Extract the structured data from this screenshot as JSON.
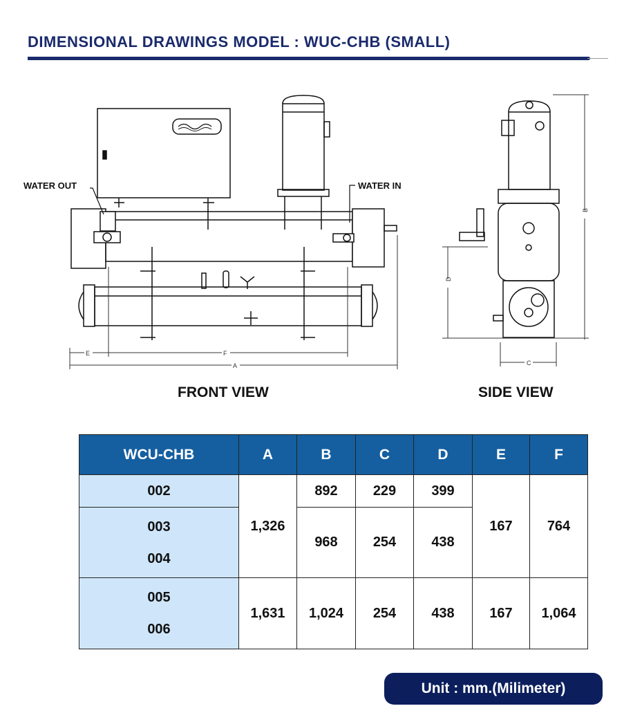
{
  "header": {
    "title": "DIMENSIONAL DRAWINGS MODEL : WUC-CHB (SMALL)"
  },
  "drawing": {
    "water_out": "WATER OUT",
    "water_in": "WATER IN",
    "dim_labels": {
      "a": "A",
      "b": "B",
      "c": "C",
      "d": "D",
      "e": "E",
      "f": "F"
    },
    "front_view_label": "FRONT VIEW",
    "side_view_label": "SIDE VIEW"
  },
  "table": {
    "headers": [
      "WCU-CHB",
      "A",
      "B",
      "C",
      "D",
      "E",
      "F"
    ],
    "rows": [
      {
        "models": [
          "002"
        ],
        "b": "892",
        "c": "229",
        "d": "399"
      },
      {
        "models": [
          "003",
          "004"
        ],
        "b": "968",
        "c": "254",
        "d": "438"
      },
      {
        "models": [
          "005",
          "006"
        ],
        "a": "1,631",
        "b": "1,024",
        "c": "254",
        "d": "438",
        "e": "167",
        "f": "1,064"
      }
    ],
    "group1": {
      "a": "1,326",
      "e": "167",
      "f": "764"
    }
  },
  "footer": {
    "unit": "Unit : mm.(Milimeter)"
  }
}
